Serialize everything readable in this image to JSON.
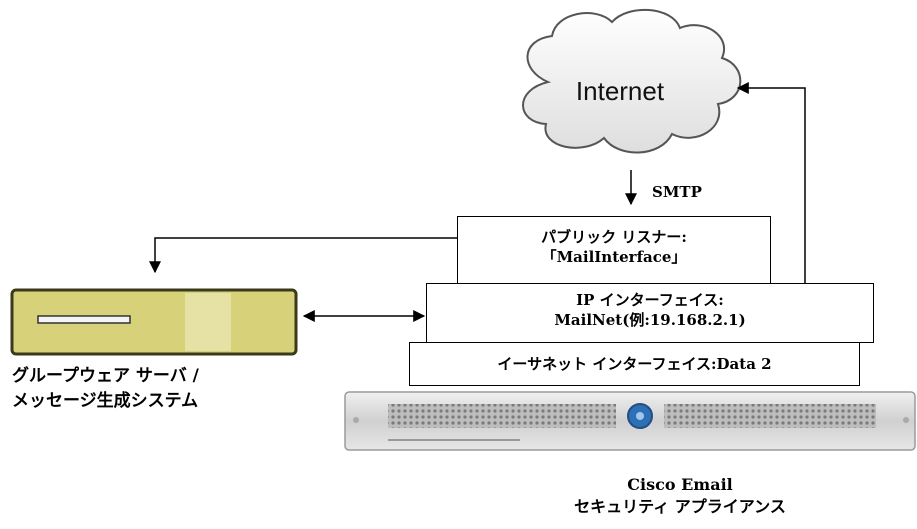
{
  "internet": {
    "label": "Internet"
  },
  "smtp": {
    "label": "SMTP"
  },
  "listener": {
    "line1": "パブリック リスナー:",
    "line2": "「MailInterface」"
  },
  "ip_interface": {
    "line1": "IP インターフェイス:",
    "line2": "MailNet(例:19.168.2.1)"
  },
  "ethernet": {
    "label": "イーサネット インターフェイス:Data 2"
  },
  "groupware": {
    "line1": "グループウェア サーバ /",
    "line2": "メッセージ生成システム"
  },
  "appliance": {
    "line1": "Cisco Email",
    "line2": "セキュリティ アプライアンス"
  },
  "colors": {
    "server_body": "#d7d27a",
    "server_border": "#3a3a1a",
    "appliance_body": "#d8d8d8",
    "appliance_button": "#2f6fb6"
  }
}
